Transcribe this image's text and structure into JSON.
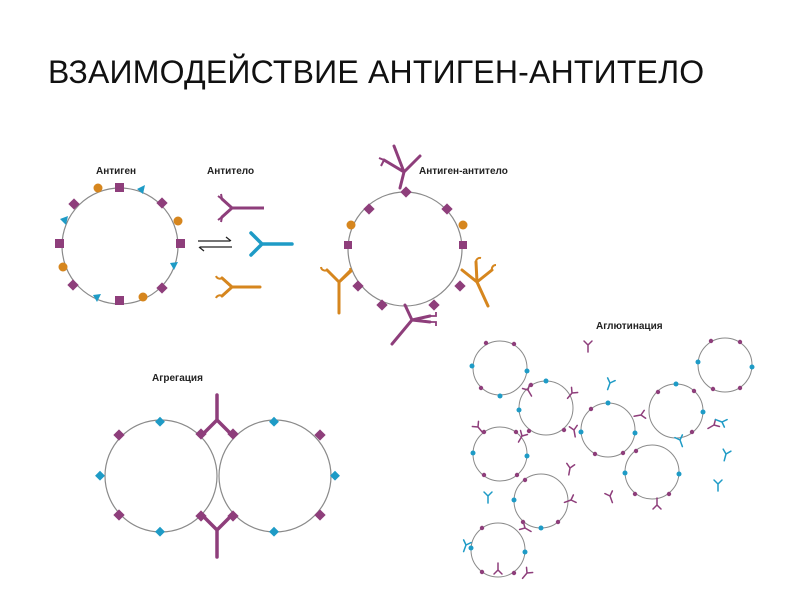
{
  "title": "ВЗАИМОДЕЙСТВИЕ АНТИГЕН-АНТИТЕЛО",
  "labels": {
    "antigen": "Антиген",
    "antibody": "Антитело",
    "complex": "Антиген-антитело",
    "aggregation": "Агрегация",
    "agglutination": "Аглютинация"
  },
  "colors": {
    "purple": "#8e3e7b",
    "blue": "#1e9bc6",
    "orange": "#d6861e",
    "membrane": "#8a8a8a"
  }
}
